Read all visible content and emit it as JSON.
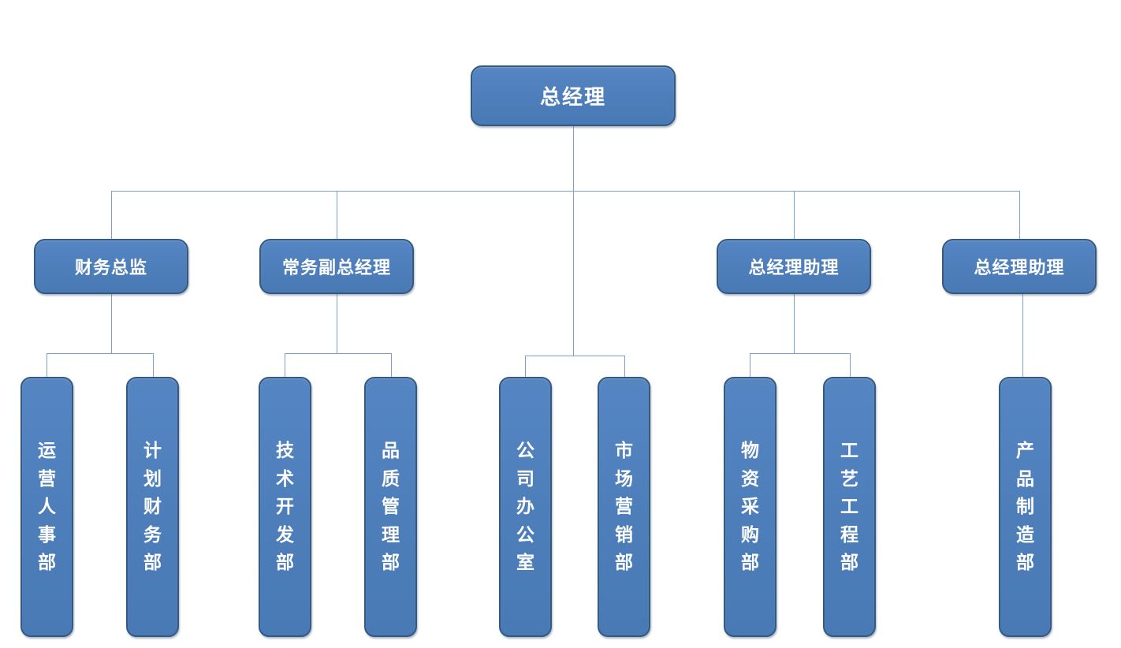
{
  "org_chart": {
    "title": "company-organization-chart",
    "root": {
      "label": "总经理"
    },
    "managers": [
      {
        "label": "财务总监",
        "departments": [
          {
            "label": "运营人事部"
          },
          {
            "label": "计划财务部"
          }
        ]
      },
      {
        "label": "常务副总经理",
        "departments": [
          {
            "label": "技术开发部"
          },
          {
            "label": "品质管理部"
          }
        ]
      },
      {
        "label": "总经理助理",
        "departments": [
          {
            "label": "物资采购部"
          },
          {
            "label": "工艺工程部"
          }
        ]
      },
      {
        "label": "总经理助理",
        "departments": [
          {
            "label": "产品制造部"
          }
        ]
      }
    ],
    "root_departments": [
      {
        "label": "公司办公室"
      },
      {
        "label": "市场营销部"
      }
    ],
    "colors": {
      "box_fill": "#4d7eba",
      "box_border": "#35597f",
      "connector": "#7ca1d0",
      "text": "#ffffff",
      "background": "#ffffff"
    }
  }
}
